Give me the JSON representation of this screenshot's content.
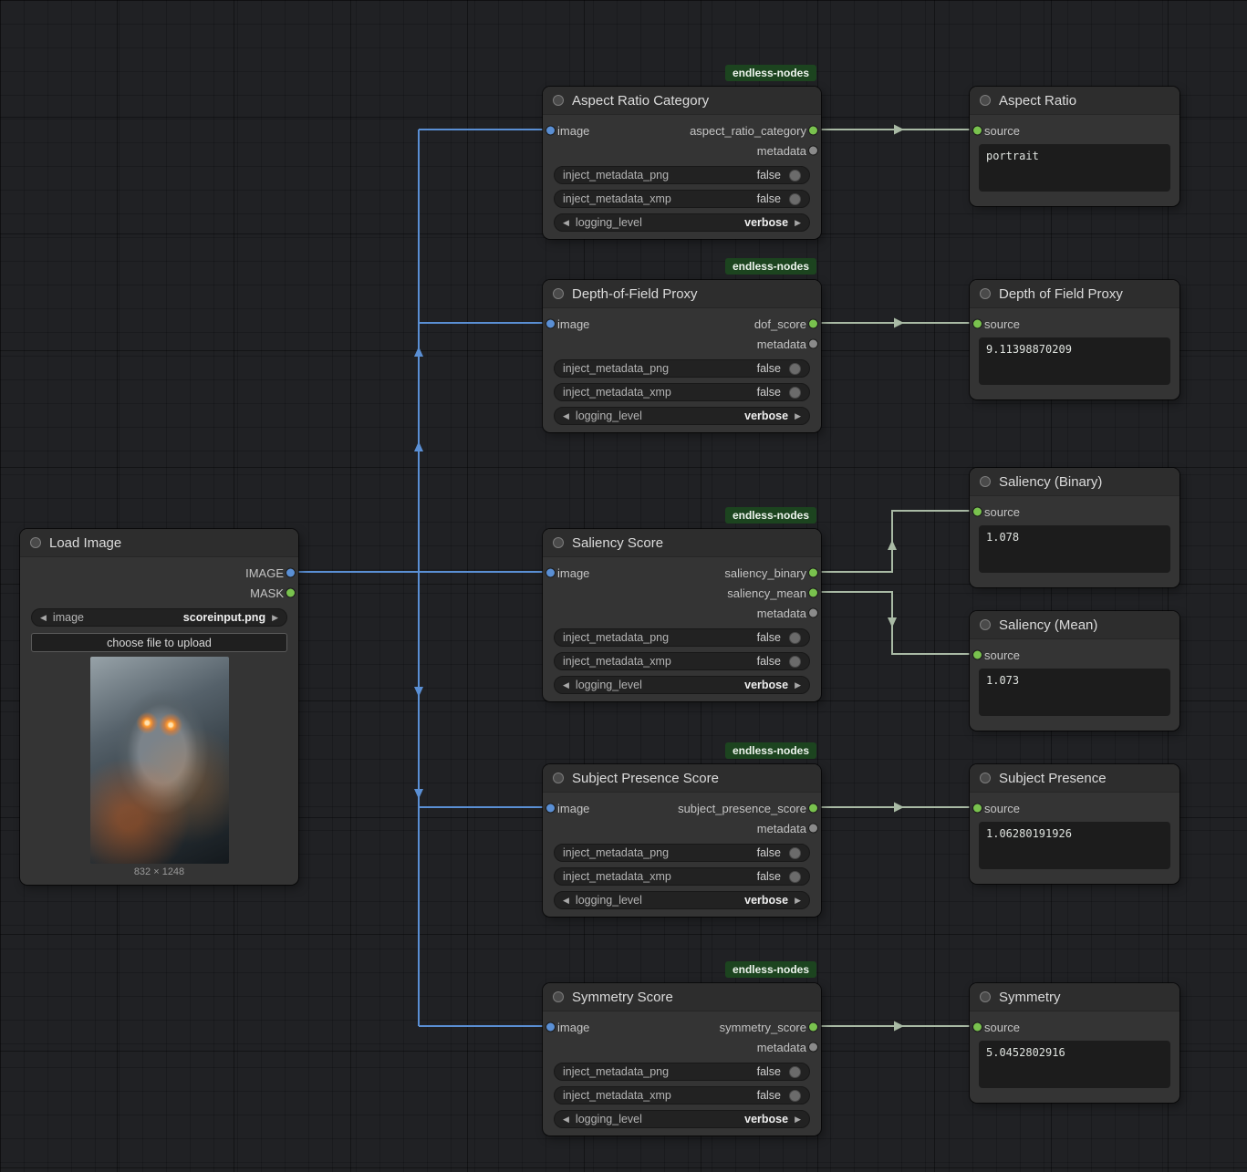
{
  "badge": "endless-nodes",
  "icons": {
    "combo_left": "◀",
    "combo_right": "▶"
  },
  "colors": {
    "link_image": "#5a8fd4",
    "link_output": "#a9baa5",
    "port_image": "#5a8fd4",
    "port_output": "#79c24e",
    "badge_bg": "#1c441f"
  },
  "common": {
    "image_input": "image",
    "source_input": "source",
    "metadata_output": "metadata",
    "w_png": "inject_metadata_png",
    "w_xmp": "inject_metadata_xmp",
    "w_log": "logging_level",
    "false_val": "false",
    "verbose_val": "verbose"
  },
  "load_image": {
    "title": "Load Image",
    "image_out": "IMAGE",
    "mask_out": "MASK",
    "combo_name": "image",
    "combo_value": "scoreinput.png",
    "upload_button": "choose file to upload",
    "dimensions": "832 × 1248"
  },
  "score_nodes": [
    {
      "title": "Aspect Ratio Category",
      "out1": "aspect_ratio_category"
    },
    {
      "title": "Depth-of-Field Proxy",
      "out1": "dof_score"
    },
    {
      "title": "Saliency Score",
      "out1": "saliency_binary",
      "out2": "saliency_mean"
    },
    {
      "title": "Subject Presence Score",
      "out1": "subject_presence_score"
    },
    {
      "title": "Symmetry Score",
      "out1": "symmetry_score"
    }
  ],
  "display_nodes": [
    {
      "title": "Aspect Ratio",
      "value": "portrait"
    },
    {
      "title": "Depth of Field Proxy",
      "value": "9.11398870209"
    },
    {
      "title": "Saliency (Binary)",
      "value": "1.078"
    },
    {
      "title": "Saliency (Mean)",
      "value": "1.073"
    },
    {
      "title": "Subject Presence",
      "value": "1.06280191926"
    },
    {
      "title": "Symmetry",
      "value": "5.0452802916"
    }
  ]
}
